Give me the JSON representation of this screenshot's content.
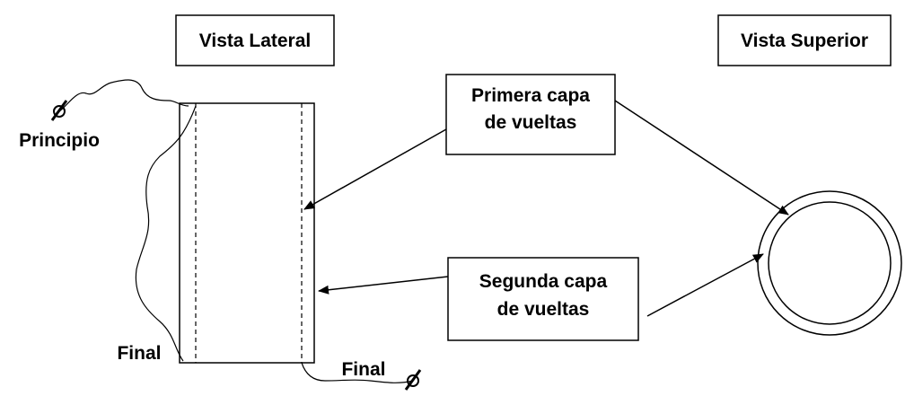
{
  "labels": {
    "side_view": "Vista Lateral",
    "top_view": "Vista Superior",
    "first_layer_line1": "Primera capa",
    "first_layer_line2": "de vueltas",
    "second_layer_line1": "Segunda capa",
    "second_layer_line2": "de vueltas",
    "start": "Principio",
    "end_left": "Final",
    "end_right": "Final"
  },
  "colors": {
    "stroke": "#000000",
    "background": "#ffffff"
  }
}
